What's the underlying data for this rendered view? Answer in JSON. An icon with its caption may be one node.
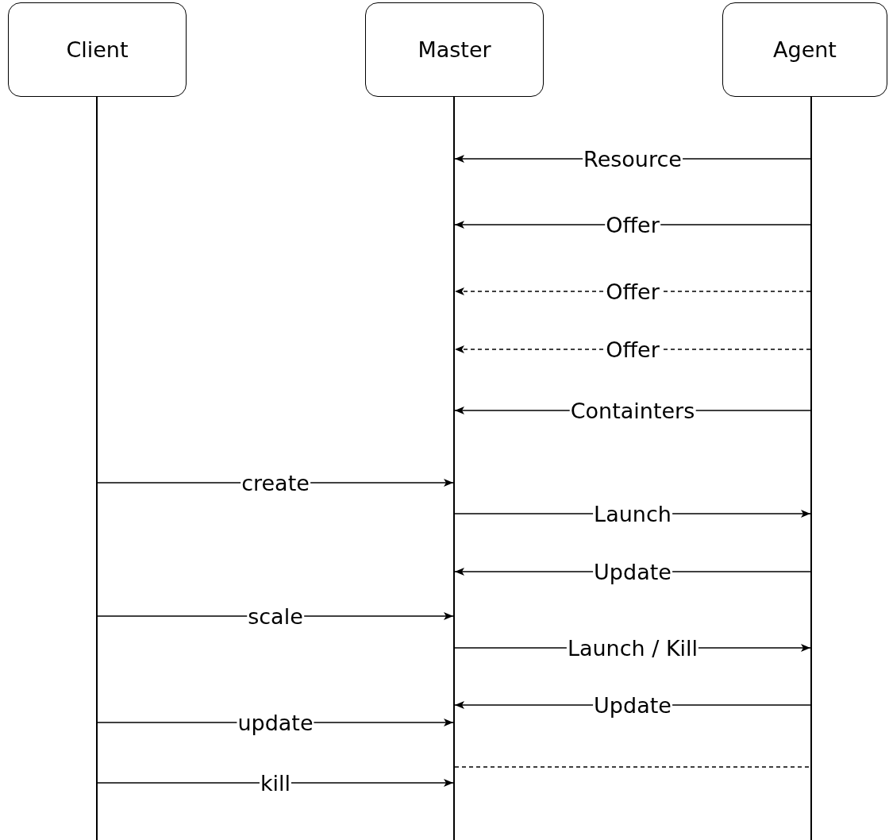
{
  "diagram": {
    "nodes": [
      {
        "text": [
          "Client"
        ]
      },
      {
        "text": [
          "Master"
        ]
      },
      {
        "text": [
          "Agent"
        ]
      },
      {
        "text": [],
        "shape": "line"
      },
      {
        "text": [],
        "shape": "line"
      },
      {
        "text": [],
        "shape": "line"
      }
    ],
    "edges": [
      {
        "from": 5,
        "to": 4,
        "arrow": "to",
        "label": "Resource"
      },
      {
        "from": 5,
        "to": 4,
        "arrow": "to",
        "label": "Offer"
      },
      {
        "from": 5,
        "to": 4,
        "arrow": "to",
        "label": "Offer",
        "style": "dashed"
      },
      {
        "from": 5,
        "to": 4,
        "arrow": "to",
        "label": "Offer",
        "style": "dashed"
      },
      {
        "from": 5,
        "to": 4,
        "arrow": "to",
        "label": "Containters"
      },
      {
        "from": 3,
        "to": 4,
        "arrow": "to",
        "label": "create"
      },
      {
        "from": 4,
        "to": 5,
        "arrow": "to",
        "label": "Launch"
      },
      {
        "from": 5,
        "to": 4,
        "arrow": "to",
        "label": "Update"
      },
      {
        "from": 3,
        "to": 4,
        "arrow": "to",
        "label": "scale"
      },
      {
        "from": 4,
        "to": 5,
        "arrow": "to",
        "label": "Launch / Kill"
      },
      {
        "from": 5,
        "to": 4,
        "arrow": "to",
        "label": "Update"
      },
      {
        "from": 3,
        "to": 4,
        "arrow": "to",
        "label": "update"
      },
      {
        "from": 4,
        "to": 5,
        "arrow": "none",
        "style": "dashed"
      },
      {
        "from": 3,
        "to": 4,
        "arrow": "to",
        "label": "kill"
      }
    ]
  }
}
